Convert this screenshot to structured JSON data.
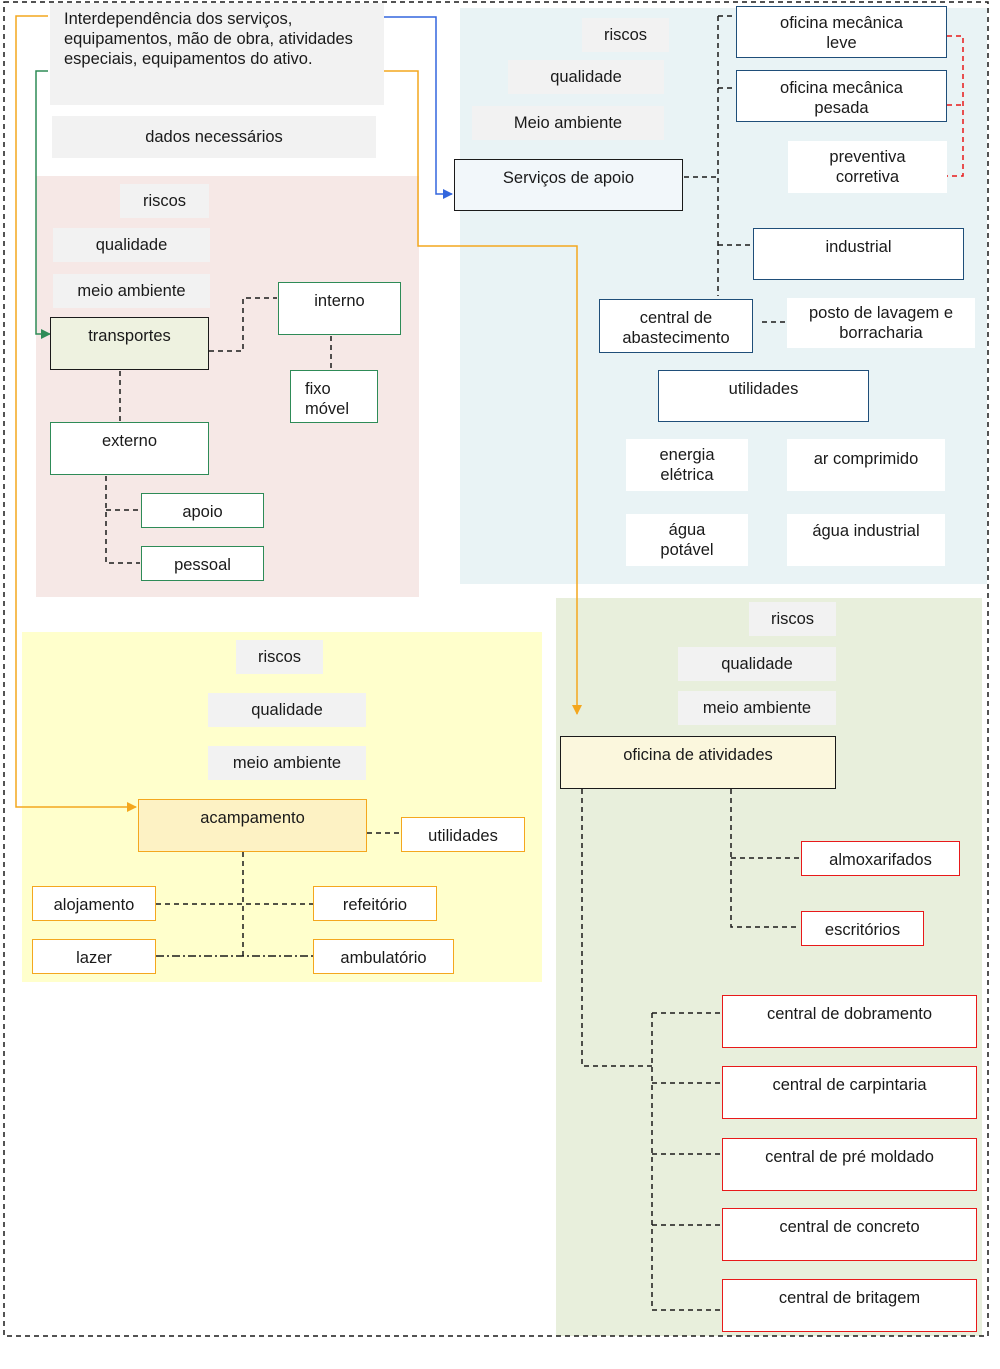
{
  "header": {
    "description": "Interdependência dos serviços, equipamentos, mão de obra, atividades especiais, equipamentos do ativo.",
    "data_label": "dados necessários"
  },
  "colors": {
    "pink_region": "#f6e8e6",
    "blue_region": "#e9f3f5",
    "yellow_region": "#ffffcc",
    "green_region": "#e8efdc",
    "navy": "#1f4e79",
    "green": "#2e8b57",
    "orange": "#f4a71e",
    "red": "#e8191a",
    "blue_arrow": "#3366dd"
  },
  "support": {
    "riscos": "riscos",
    "qualidade": "qualidade",
    "meio_ambiente": "Meio ambiente",
    "main": "Serviços de apoio",
    "oficina_leve": "oficina mecânica\nleve",
    "oficina_pesada": "oficina mecânica\npesada",
    "preventiva": "preventiva\ncorretiva",
    "industrial": "industrial",
    "central": "central  de\nabastecimento",
    "posto": "posto de lavagem e\nborracharia",
    "utilidades": "utilidades",
    "energia": "energia\nelétrica",
    "ar": "ar comprimido",
    "agua_potavel": "água\npotável",
    "agua_industrial": "água industrial"
  },
  "transport": {
    "riscos": "riscos",
    "qualidade": "qualidade",
    "meio_ambiente": "meio ambiente",
    "main": "transportes",
    "interno": "interno",
    "fixo": "fixo\nmóvel",
    "externo": "externo",
    "apoio": "apoio",
    "pessoal": "pessoal"
  },
  "camp": {
    "riscos": "riscos",
    "qualidade": "qualidade",
    "meio_ambiente": "meio ambiente",
    "main": "acampamento",
    "utilidades": "utilidades",
    "alojamento": "alojamento",
    "refeitorio": "refeitório",
    "lazer": "lazer",
    "ambulatorio": "ambulatório"
  },
  "workshop": {
    "riscos": "riscos",
    "qualidade": "qualidade",
    "meio_ambiente": "meio ambiente",
    "main": "oficina de atividades",
    "almoxarifados": "almoxarifados",
    "escritorios": "escritórios",
    "dobramento": "central de dobramento",
    "carpintaria": "central de carpintaria",
    "pre_moldado": "central de pré moldado",
    "concreto": "central de concreto",
    "britagem": "central de britagem"
  }
}
